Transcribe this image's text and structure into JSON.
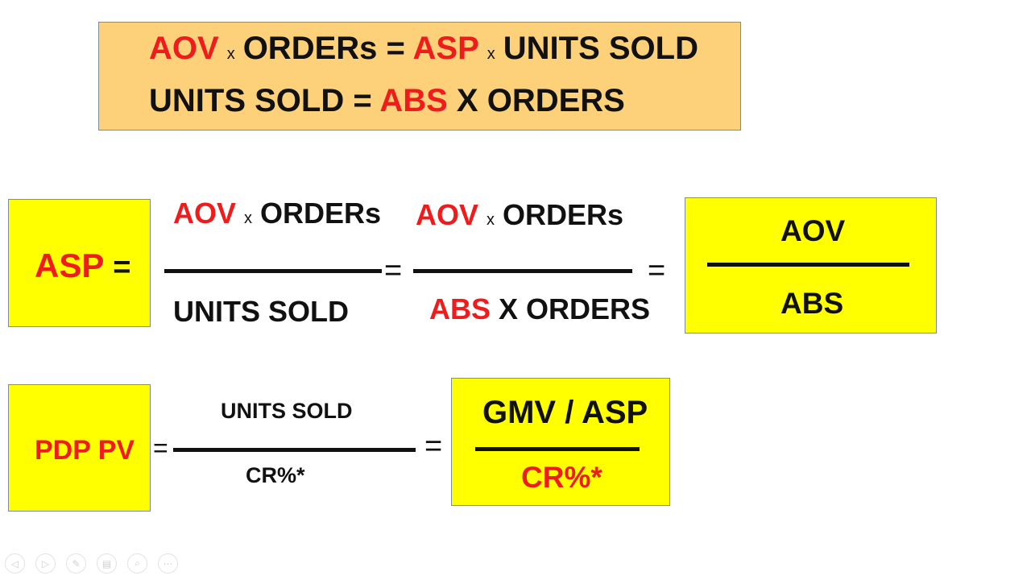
{
  "banner": {
    "line1": {
      "aov": "AOV",
      "x1": "x",
      "orders_eq": "ORDERs =",
      "asp": "ASP",
      "x2": "x",
      "units_sold": "UNITS SOLD"
    },
    "line2": {
      "units_eq": "UNITS SOLD =",
      "abs": "ABS",
      "x_orders": "X ORDERS"
    }
  },
  "asp_block": {
    "lhs": "ASP",
    "lhs_eq": "=",
    "frac1": {
      "num_aov": "AOV",
      "num_x": "x",
      "num_orders": "ORDERs",
      "den": "UNITS SOLD"
    },
    "eq1": "=",
    "frac2": {
      "num_aov": "AOV",
      "num_x": "x",
      "num_orders": "ORDERs",
      "den_abs": "ABS",
      "den_orders": "X ORDERS"
    },
    "eq2": "=",
    "result": {
      "num": "AOV",
      "den": "ABS"
    }
  },
  "pdp_block": {
    "lhs": "PDP PV",
    "eq1": "=",
    "frac": {
      "num": "UNITS SOLD",
      "den": "CR%*"
    },
    "eq2": "=",
    "result": {
      "num": "GMV / ASP",
      "den": "CR%*"
    }
  },
  "toolbar": {
    "prev_icon": "◁",
    "next_icon": "▷",
    "pen_icon": "✎",
    "slides_icon": "▤",
    "zoom_icon": "⌕",
    "more_icon": "⋯"
  },
  "colors": {
    "red": "#ee1c1c",
    "orange_box": "#fcd179",
    "yellow_box": "#ffff00",
    "text": "#111111"
  }
}
